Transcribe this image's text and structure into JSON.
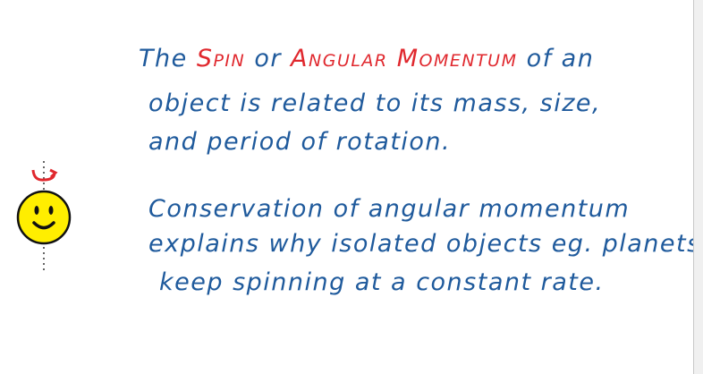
{
  "slide": {
    "line1": {
      "pre": "The ",
      "spin": "Spin",
      "mid": " or ",
      "angular": "Angular Momentum",
      "post": " of an"
    },
    "line2": "object is related to its mass, size,",
    "line3": "and period of rotation.",
    "line4": "Conservation of angular momentum",
    "line5": "explains why isolated objects eg. planets",
    "line6": "keep spinning at a constant rate."
  },
  "colors": {
    "text": "#1f5a9c",
    "highlight": "#e0282e",
    "smiley": "#ffee00"
  },
  "icons": {
    "figure": "spinning-smiley-icon"
  }
}
